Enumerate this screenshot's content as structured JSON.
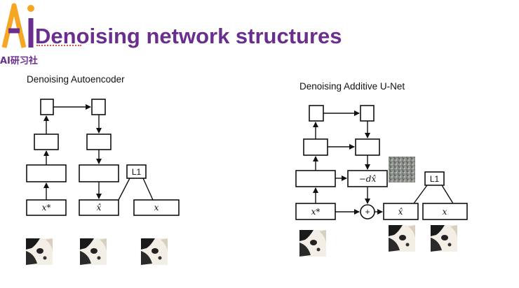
{
  "brand": {
    "logo_text": "AI研习社"
  },
  "slide": {
    "title": "Denoising network structures",
    "autoencoder": {
      "heading": "Denoising Autoencoder",
      "input_label": "x*",
      "output_label": "x̂",
      "target_label": "x",
      "loss_label": "L1"
    },
    "unet": {
      "heading": "Denoising Additive U-Net",
      "input_label": "x*",
      "residual_label": "−dx̂",
      "plus_label": "+",
      "output_label": "x̂",
      "target_label": "x",
      "loss_label": "L1"
    }
  },
  "colors": {
    "title": "#6a2e8e",
    "logo_orange": "#f5a623",
    "logo_purple": "#6a2e8e"
  },
  "icons": [
    "panda-image",
    "noise-image",
    "arrow-icon",
    "plus-node-icon"
  ]
}
